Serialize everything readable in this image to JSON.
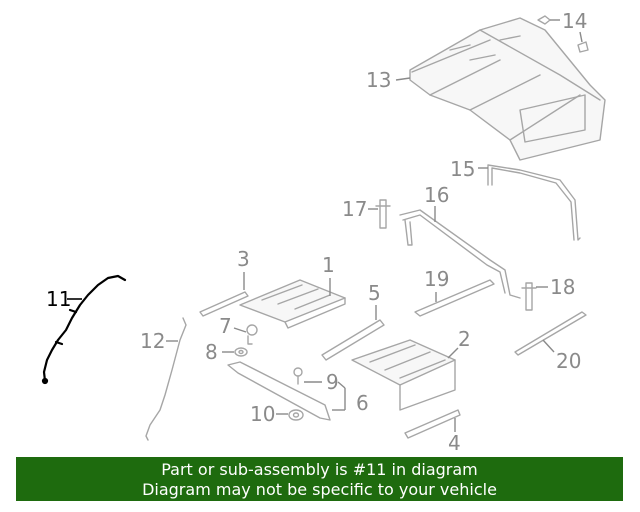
{
  "callouts": {
    "c1": "1",
    "c2": "2",
    "c3": "3",
    "c4": "4",
    "c5": "5",
    "c6": "6",
    "c7": "7",
    "c8": "8",
    "c9": "9",
    "c10": "10",
    "c11": "11",
    "c12": "12",
    "c13": "13",
    "c14": "14",
    "c15": "15",
    "c16": "16",
    "c17": "17",
    "c18": "18",
    "c19": "19",
    "c20": "20"
  },
  "highlighted_part": "11",
  "colors": {
    "banner_bg": "#1e6b0e",
    "banner_text": "#ffffff",
    "part_stroke": "#a6a6a6",
    "highlight": "#000000"
  },
  "banner": {
    "line1": "Part or sub-assembly is #11 in diagram",
    "line2": "Diagram may not be specific to your vehicle"
  }
}
